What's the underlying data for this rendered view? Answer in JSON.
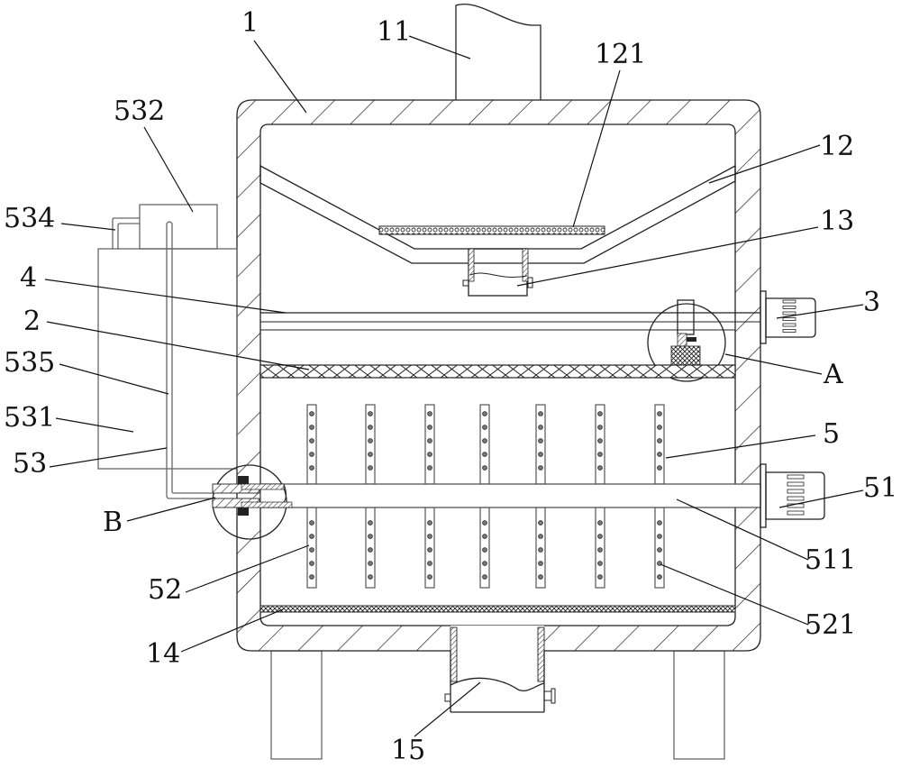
{
  "figure": {
    "type": "patent cross-section drawing",
    "description": "Cross-sectional view of a treatment tank with feed hopper, screen, stirring shaft with spray rods, side water tank and pump, support legs and discharge pipe"
  },
  "callouts": [
    {
      "id": "1",
      "label": "1",
      "part": "tank body"
    },
    {
      "id": "11",
      "label": "11",
      "part": "feed inlet pipe"
    },
    {
      "id": "121",
      "label": "121",
      "part": "filter mesh"
    },
    {
      "id": "12",
      "label": "12",
      "part": "guide hopper"
    },
    {
      "id": "13",
      "label": "13",
      "part": "hopper outlet valve"
    },
    {
      "id": "532",
      "label": "532",
      "part": "pump"
    },
    {
      "id": "534",
      "label": "534",
      "part": "connecting pipe"
    },
    {
      "id": "4",
      "label": "4",
      "part": "guide rod"
    },
    {
      "id": "3",
      "label": "3",
      "part": "upper motor"
    },
    {
      "id": "2",
      "label": "2",
      "part": "screen plate"
    },
    {
      "id": "A",
      "label": "A",
      "part": "detail circle A"
    },
    {
      "id": "535",
      "label": "535",
      "part": "water pipe"
    },
    {
      "id": "531",
      "label": "531",
      "part": "water tank"
    },
    {
      "id": "5",
      "label": "5",
      "part": "stirring assembly"
    },
    {
      "id": "53",
      "label": "53",
      "part": "water supply assembly"
    },
    {
      "id": "51",
      "label": "51",
      "part": "lower motor"
    },
    {
      "id": "B",
      "label": "B",
      "part": "detail circle B"
    },
    {
      "id": "511",
      "label": "511",
      "part": "hollow shaft"
    },
    {
      "id": "52",
      "label": "52",
      "part": "spray rod"
    },
    {
      "id": "521",
      "label": "521",
      "part": "spray hole"
    },
    {
      "id": "14",
      "label": "14",
      "part": "bottom filter"
    },
    {
      "id": "15",
      "label": "15",
      "part": "discharge pipe"
    }
  ],
  "spray_rods": {
    "count": 7,
    "holes_per_half": 5
  }
}
